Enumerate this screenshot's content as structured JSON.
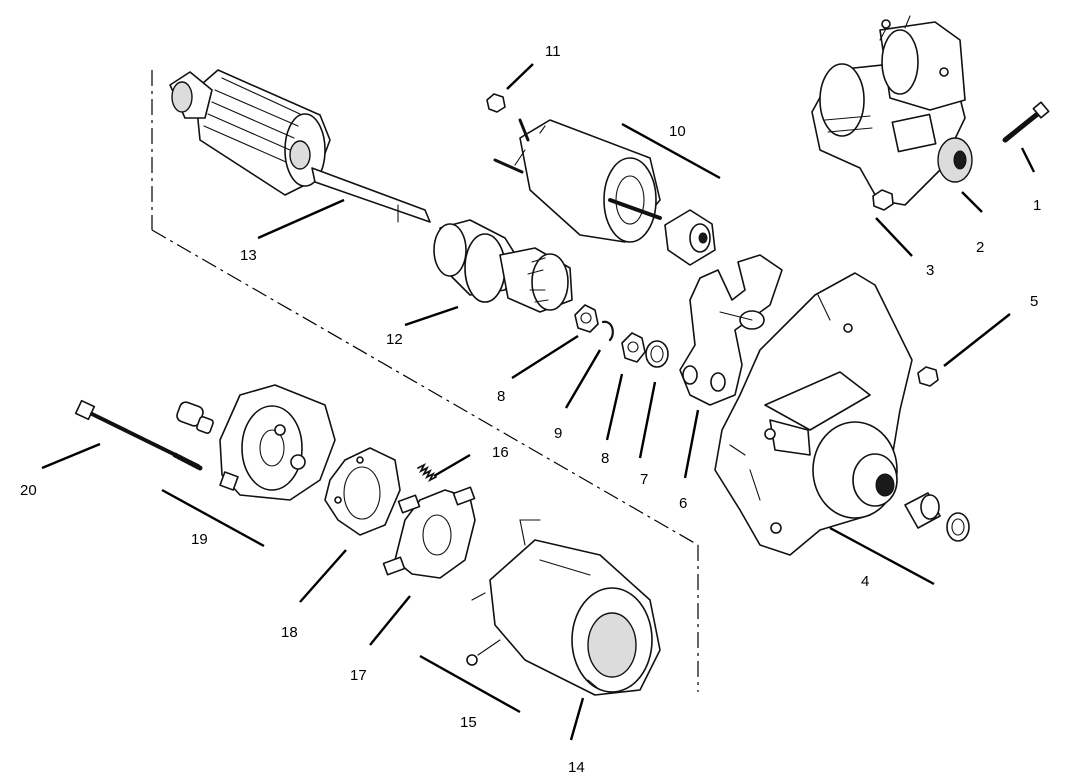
{
  "callouts": [
    {
      "id": "1",
      "text": "1"
    },
    {
      "id": "2",
      "text": "2"
    },
    {
      "id": "3",
      "text": "3"
    },
    {
      "id": "4",
      "text": "4"
    },
    {
      "id": "5",
      "text": "5"
    },
    {
      "id": "6",
      "text": "6"
    },
    {
      "id": "7",
      "text": "7"
    },
    {
      "id": "8a",
      "text": "8"
    },
    {
      "id": "8b",
      "text": "8"
    },
    {
      "id": "9",
      "text": "9"
    },
    {
      "id": "10",
      "text": "10"
    },
    {
      "id": "11",
      "text": "11"
    },
    {
      "id": "12",
      "text": "12"
    },
    {
      "id": "13",
      "text": "13"
    },
    {
      "id": "14",
      "text": "14"
    },
    {
      "id": "15",
      "text": "15"
    },
    {
      "id": "16",
      "text": "16"
    },
    {
      "id": "17",
      "text": "17"
    },
    {
      "id": "18",
      "text": "18"
    },
    {
      "id": "19",
      "text": "19"
    },
    {
      "id": "20",
      "text": "20"
    }
  ]
}
